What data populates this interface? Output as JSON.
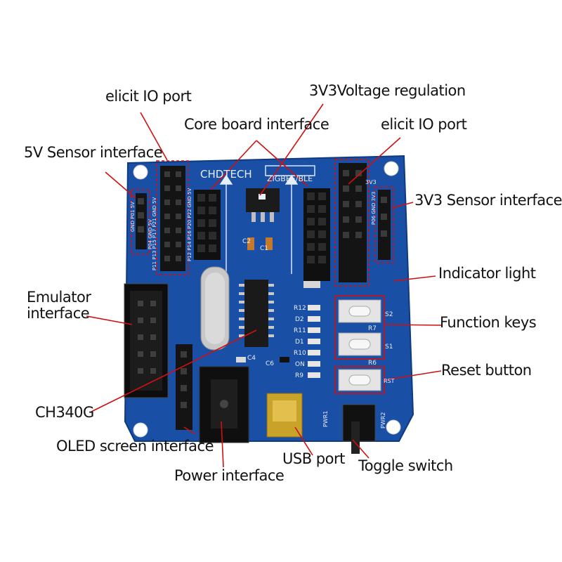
{
  "board": {
    "brand": "CHDTECH",
    "model": "ZIGBEE/BLE",
    "colors": {
      "pcb": "#1a4fa6",
      "pcb_dark": "#123d85",
      "silk": "#e8eef8",
      "header": "#141414",
      "leader": "#d01010"
    }
  },
  "silkscreen": {
    "left_header_pins": "P12 P14 P16 P20 P22 GND 5V",
    "left_header_pins2": "P11 P13 P15 P17 P21 GND 5V",
    "sensor5v_pins": "P04 GND 5V",
    "sensor5v_pins2": "GND P01 5V",
    "right_sensor_pins": "P06 GND 3V3",
    "cap_c2": "C2",
    "cap_c1": "C1",
    "cap_c4": "C4",
    "cap_c6": "C6",
    "res_r12": "R12",
    "led_d2": "D2",
    "res_r11": "R11",
    "led_d1": "D1",
    "res_r10": "R10",
    "led_on": "ON",
    "res_r9": "R9",
    "res_r7": "R7",
    "res_r6": "R6",
    "btn_s2": "S2",
    "btn_s1": "S1",
    "btn_rst": "RST",
    "pwr1": "PWR1",
    "pwr2": "PWR2",
    "v3_label": "3V3"
  },
  "labels": {
    "elicit_io_left": "elicit IO port",
    "voltage_reg": "3V3Voltage regulation",
    "core_board": "Core board interface",
    "elicit_io_right": "elicit IO port",
    "sensor_5v": "5V Sensor interface",
    "sensor_3v3": "3V3 Sensor interface",
    "indicator": "Indicator light",
    "emulator": "Emulator interface",
    "function_keys": "Function keys",
    "reset": "Reset button",
    "ch340g": "CH340G",
    "oled": "OLED screen interface",
    "usb": "USB port",
    "power": "Power interface",
    "toggle": "Toggle switch"
  }
}
